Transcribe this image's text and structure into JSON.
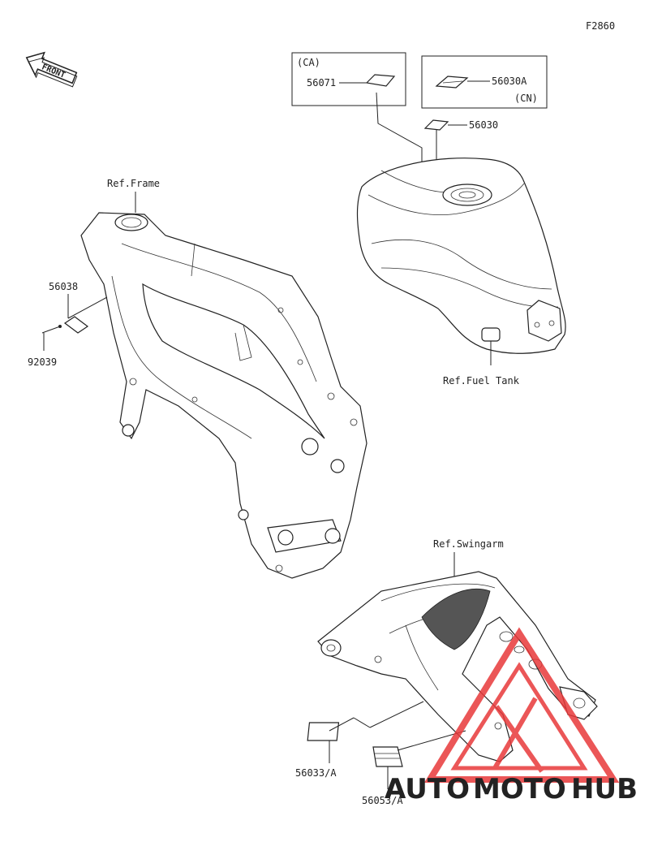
{
  "figure_code": "F2860",
  "front_label": "FRONT",
  "references": {
    "frame": "Ref.Frame",
    "fuel_tank": "Ref.Fuel Tank",
    "swingarm": "Ref.Swingarm"
  },
  "parts": {
    "p56071": "56071",
    "p56071_region": "(CA)",
    "p56030A": "56030A",
    "p56030A_region": "(CN)",
    "p56030": "56030",
    "p56038": "56038",
    "p92039": "92039",
    "p56033": "56033/A",
    "p56053": "56053/A"
  },
  "watermark": {
    "word_a": "AUTO",
    "word_b": "MOTO",
    "word_c": "HUB",
    "color_a": "#f5b547",
    "color_b": "#f08a4b",
    "color_c": "#555555",
    "triangle_color": "#e8393a"
  }
}
